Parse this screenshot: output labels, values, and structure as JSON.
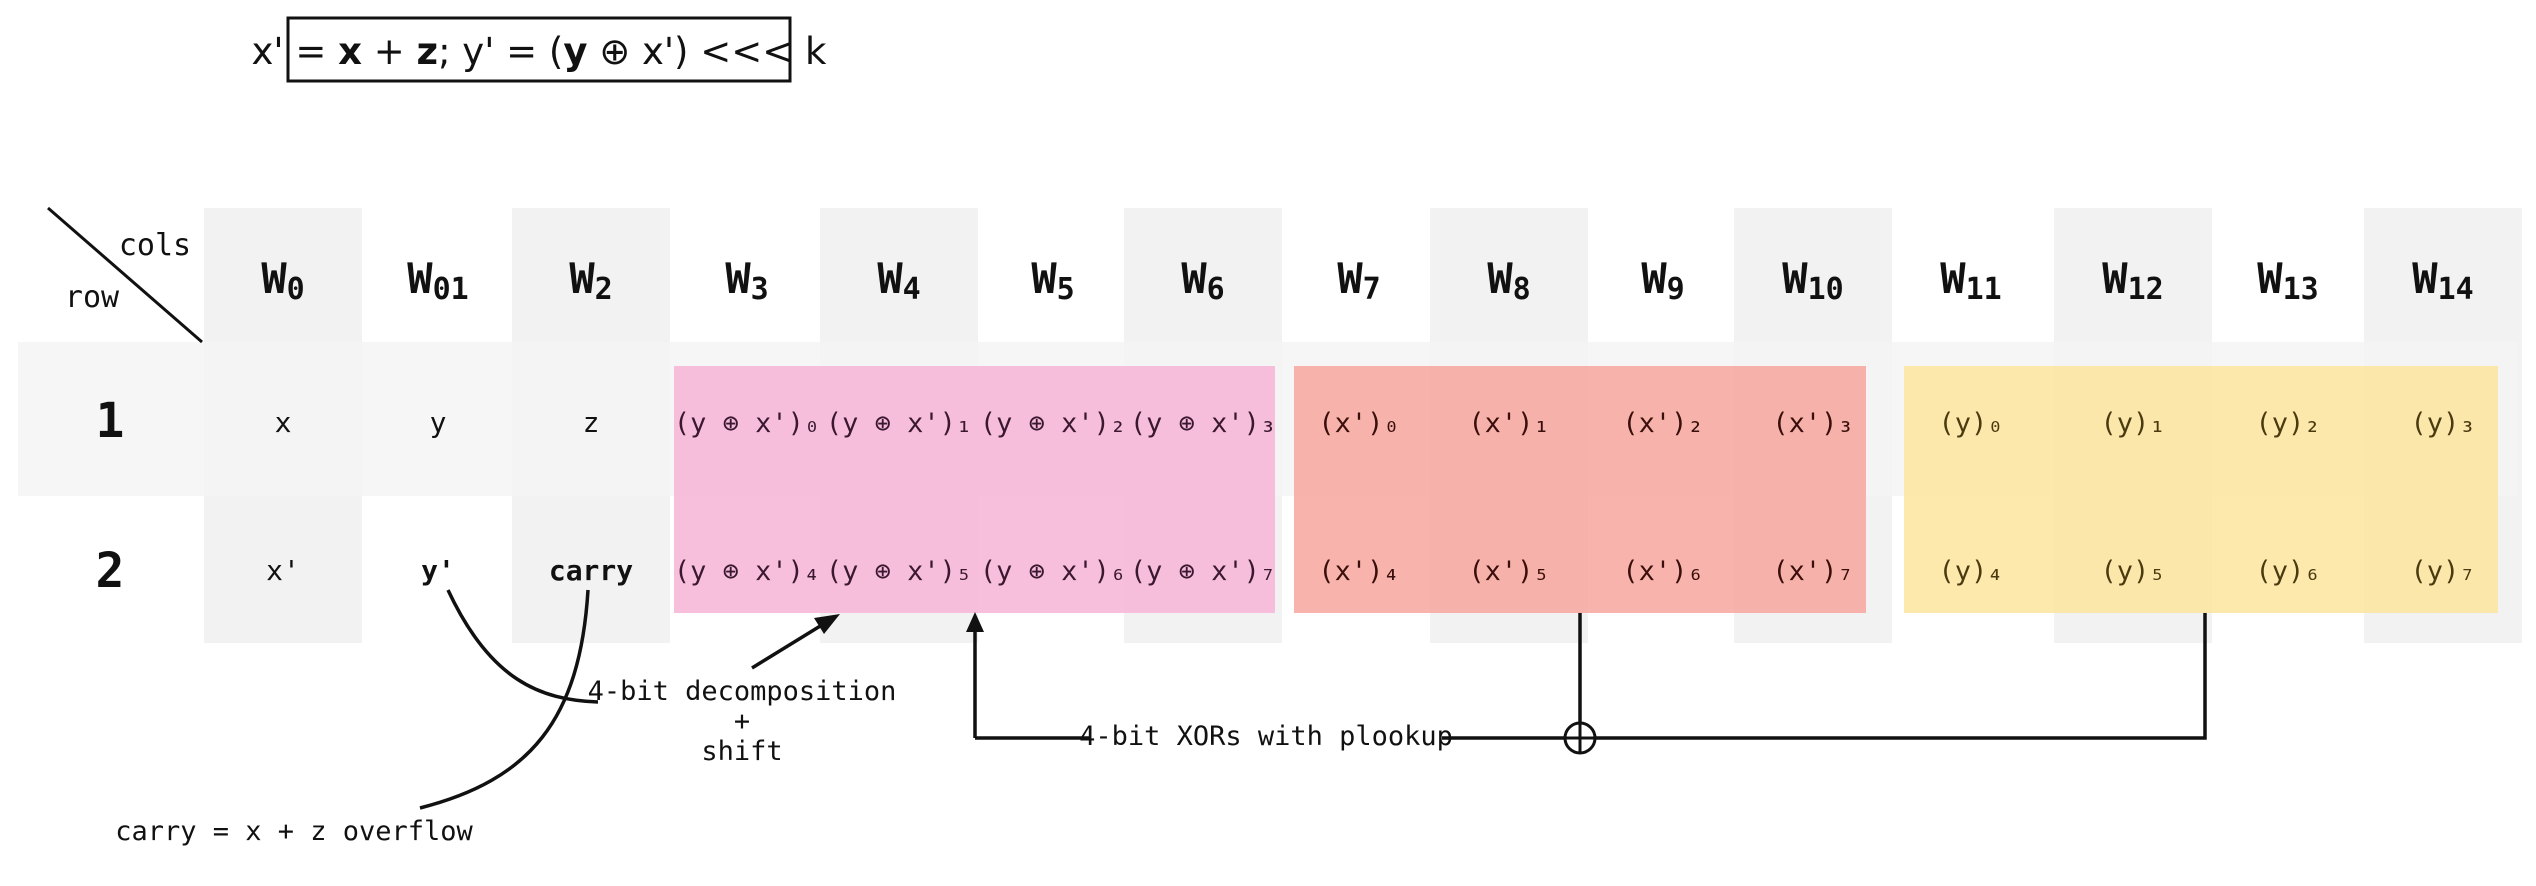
{
  "formula": {
    "p1": "x' = ",
    "p2": "x",
    "p3": " + ",
    "p4": "z",
    "p5": "; y' = (",
    "p6": "y",
    "p7": " ⊕ x') <<< k"
  },
  "corner": {
    "cols_label": "cols",
    "row_label": "row"
  },
  "columns": [
    {
      "base": "W",
      "sub": "0"
    },
    {
      "base": "W",
      "sub": "01"
    },
    {
      "base": "W",
      "sub": "2"
    },
    {
      "base": "W",
      "sub": "3"
    },
    {
      "base": "W",
      "sub": "4"
    },
    {
      "base": "W",
      "sub": "5"
    },
    {
      "base": "W",
      "sub": "6"
    },
    {
      "base": "W",
      "sub": "7"
    },
    {
      "base": "W",
      "sub": "8"
    },
    {
      "base": "W",
      "sub": "9"
    },
    {
      "base": "W",
      "sub": "10"
    },
    {
      "base": "W",
      "sub": "11"
    },
    {
      "base": "W",
      "sub": "12"
    },
    {
      "base": "W",
      "sub": "13"
    },
    {
      "base": "W",
      "sub": "14"
    }
  ],
  "rows": [
    {
      "label": "1",
      "cells": [
        "x",
        "y",
        "z",
        "(y ⊕ x')₀",
        "(y ⊕ x')₁",
        "(y ⊕ x')₂",
        "(y ⊕ x')₃",
        "(x')₀",
        "(x')₁",
        "(x')₂",
        "(x')₃",
        "(y)₀",
        "(y)₁",
        "(y)₂",
        "(y)₃"
      ]
    },
    {
      "label": "2",
      "cells": [
        "x'",
        "y'",
        "carry",
        "(y ⊕ x')₄",
        "(y ⊕ x')₅",
        "(y ⊕ x')₆",
        "(y ⊕ x')₇",
        "(x')₄",
        "(x')₅",
        "(x')₆",
        "(x')₇",
        "(y)₄",
        "(y)₅",
        "(y)₆",
        "(y)₇"
      ]
    }
  ],
  "annotations": {
    "decomposition_line1": "4-bit decomposition",
    "decomposition_line2": "+",
    "decomposition_line3": "shift",
    "xor_label": "4-bit XORs with plookup",
    "carry_note": "carry = x + z overflow"
  },
  "colors": {
    "stripe": "#f2f2f2",
    "row1_band": "#f4f4f4",
    "pink": "#f7b6d8",
    "salmon": "#f6a49a",
    "yellow": "#fde49a",
    "ink": "#111111"
  }
}
